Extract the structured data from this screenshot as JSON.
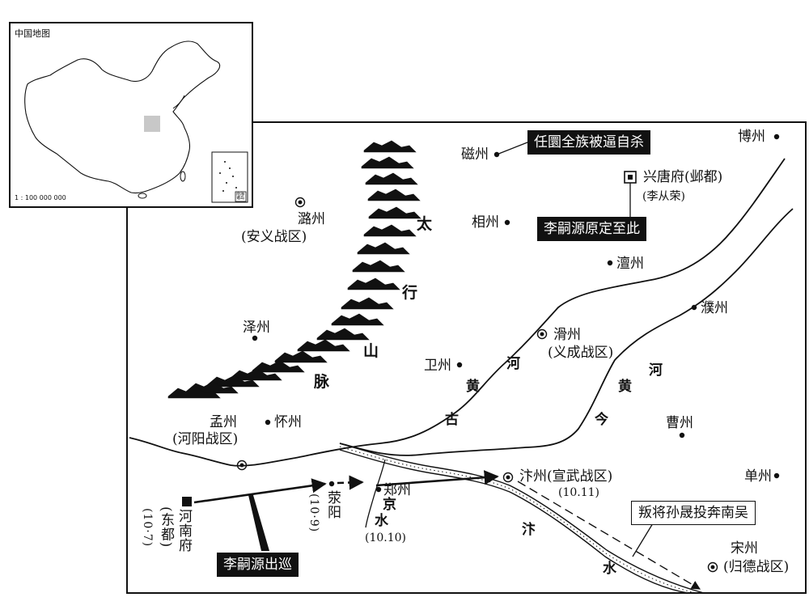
{
  "inset": {
    "title": "中国地图",
    "scale": "1 : 100 000 000",
    "south_sea_label": "南海诸岛"
  },
  "callouts": {
    "ren_yuan": "任圜全族被逼自杀",
    "li_siyuan_plan": "李嗣源原定至此",
    "defector": "叛将孙晟投奔南吴",
    "inspection": "李嗣源出巡"
  },
  "places": {
    "cizhou": "磁州",
    "xingtang_fu": "兴唐府(邺都)",
    "xingtang_note": "(李从荣)",
    "bozhou": "博州",
    "luzhou": "潞州",
    "luzhou_district": "(安义战区)",
    "xiangzhou": "相州",
    "tanzhou": "澶州",
    "puzhou": "濮州",
    "zezhou": "泽州",
    "huazhou": "滑州",
    "huazhou_district": "(义成战区)",
    "weizhou": "卫州",
    "caozhou": "曹州",
    "mengzhou": "孟州",
    "mengzhou_district": "(河阳战区)",
    "huaizhou": "怀州",
    "bianzhou": "汴州(宣武战区)",
    "bianzhou_date": "(10.11)",
    "shanzhou": "单州",
    "zhengzhou": "郑州",
    "xingyang": "荥阳",
    "xingyang_date": "(10·9)",
    "henan_fu": "河南府",
    "henan_note": "(东都)",
    "henan_date": "(10·7)",
    "jingshui_date": "(10.10)",
    "songzhou": "宋州",
    "songzhou_district": "(归德战区)"
  },
  "mountains": {
    "tai": "太",
    "hang": "行",
    "shan": "山",
    "mai": "脉"
  },
  "rivers": {
    "old_huang": "黄",
    "old_gu": "古",
    "old_he": "河",
    "new_huang": "黄",
    "new_jin": "今",
    "new_he": "河",
    "jing": "京",
    "jing_shui": "水",
    "bian": "汴",
    "bian_shui": "水"
  }
}
